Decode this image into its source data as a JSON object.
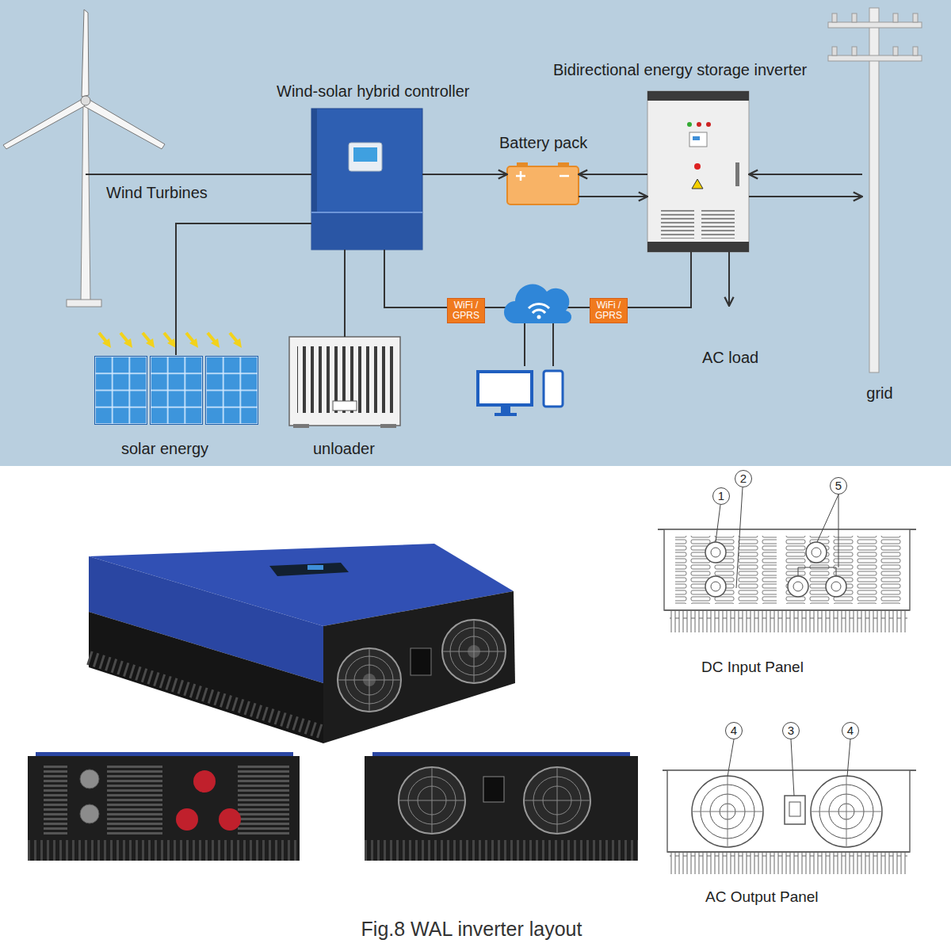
{
  "diagram": {
    "caption": "Fig.8 WAL inverter layout",
    "nodes": [
      {
        "text": [
          "Wind Turbines"
        ]
      },
      {
        "text": [
          "Wind-solar hybrid controller"
        ]
      },
      {
        "text": [
          "Battery pack"
        ]
      },
      {
        "text": [
          "Bidirectional energy storage inverter"
        ]
      },
      {
        "text": [
          "grid"
        ]
      },
      {
        "text": [
          "WiFi / GPRS"
        ]
      },
      {
        "text": [
          "WiFi / GPRS"
        ]
      },
      {
        "text": [
          "solar energy"
        ]
      },
      {
        "text": [
          "unloader"
        ]
      },
      {
        "text": [
          "DC Input Panel"
        ]
      },
      {
        "text": [
          "AC Output Panel"
        ]
      }
    ],
    "edges": [
      {
        "from": 0,
        "to": 1,
        "arrow": "none"
      },
      {
        "from": 7,
        "to": 1,
        "arrow": "none"
      },
      {
        "from": 1,
        "to": 8,
        "arrow": "none"
      },
      {
        "from": 1,
        "to": 2,
        "arrow": "to"
      },
      {
        "from": 3,
        "to": 2,
        "arrow": "to"
      },
      {
        "from": 2,
        "to": 3,
        "arrow": "to"
      },
      {
        "from": 4,
        "to": 3,
        "arrow": "to"
      },
      {
        "from": 3,
        "to": 4,
        "arrow": "to"
      },
      {
        "from": 1,
        "to": 5,
        "arrow": "none"
      },
      {
        "from": 6,
        "to": 3,
        "arrow": "none"
      }
    ],
    "labels": [
      "AC load",
      "1",
      "2",
      "5",
      "4",
      "3",
      "4"
    ]
  }
}
